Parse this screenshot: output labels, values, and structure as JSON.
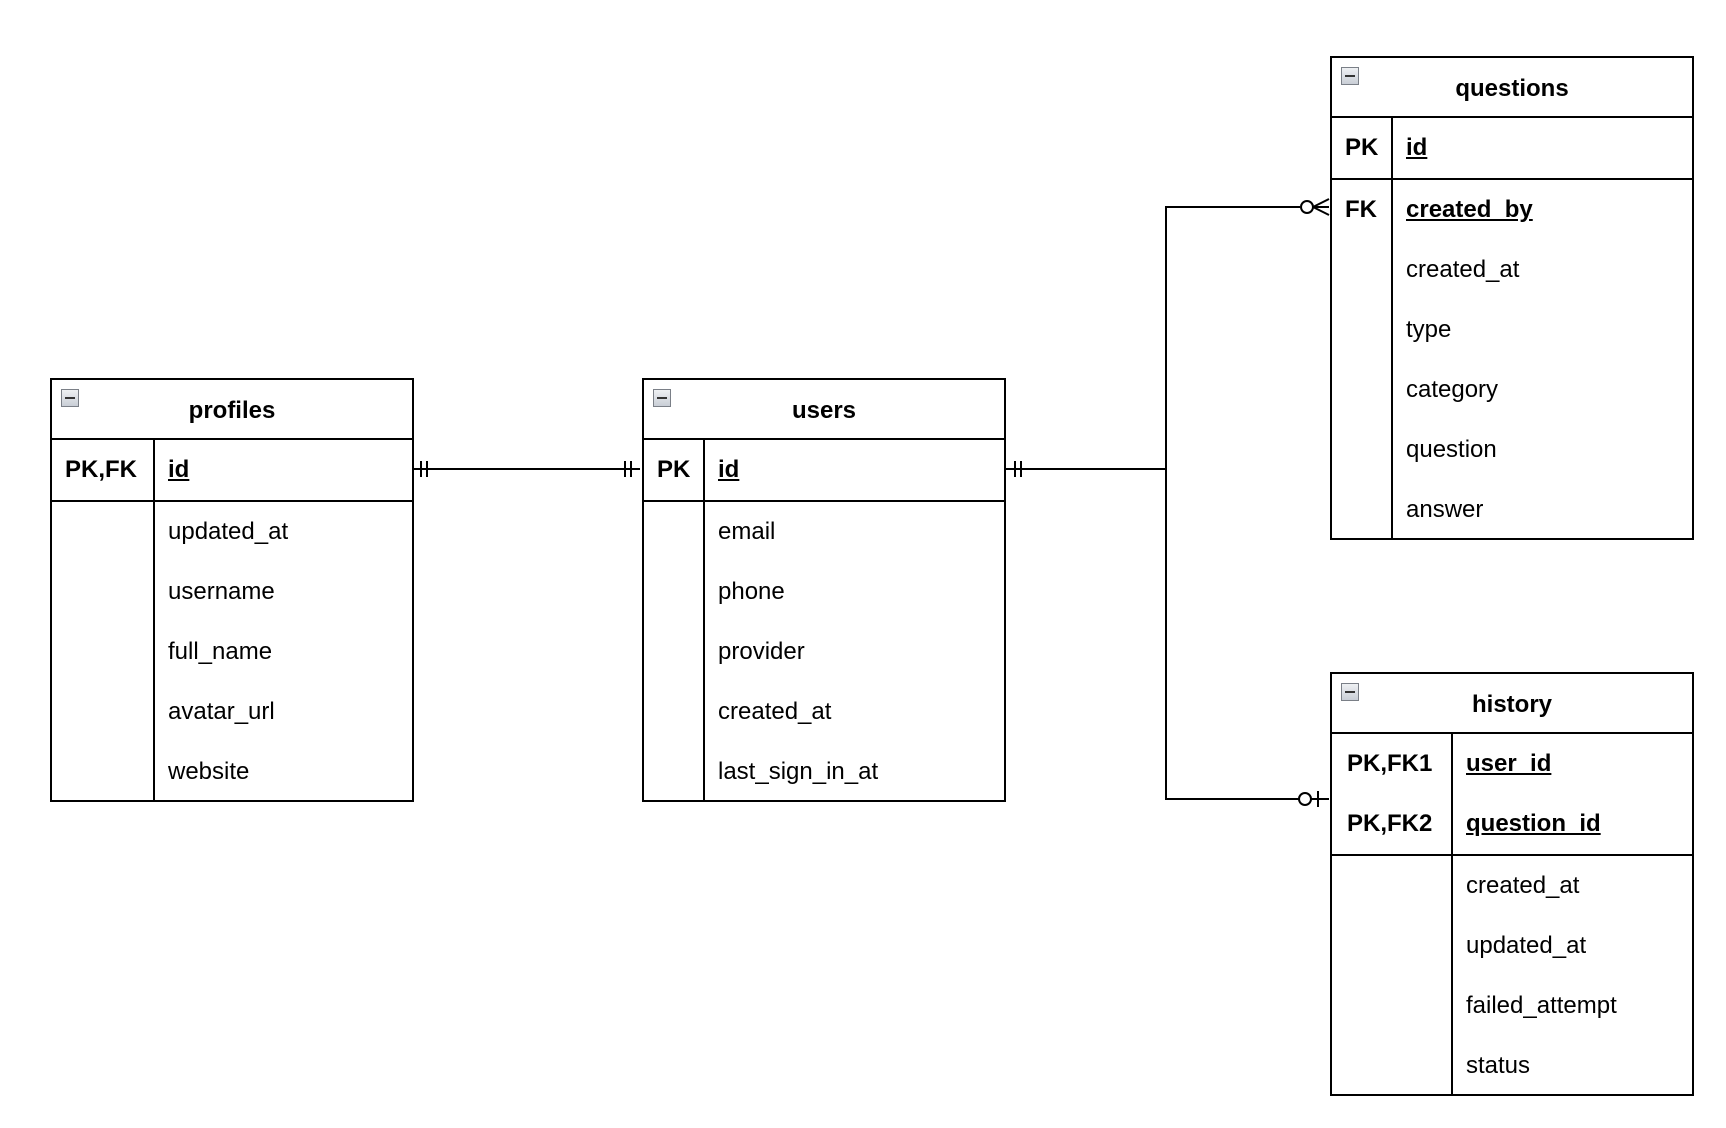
{
  "diagram": {
    "entities": [
      {
        "id": "profiles",
        "title": "profiles",
        "keys": [
          {
            "key": "PK,FK",
            "field": "id"
          }
        ],
        "fields": [
          "updated_at",
          "username",
          "full_name",
          "avatar_url",
          "website"
        ]
      },
      {
        "id": "users",
        "title": "users",
        "keys": [
          {
            "key": "PK",
            "field": "id"
          }
        ],
        "fields": [
          "email",
          "phone",
          "provider",
          "created_at",
          "last_sign_in_at"
        ]
      },
      {
        "id": "questions",
        "title": "questions",
        "keys": [
          {
            "key": "PK",
            "field": "id"
          }
        ],
        "fields": [
          "created_at",
          "type",
          "category",
          "question",
          "answer"
        ],
        "fk_row": {
          "key": "FK",
          "field": "created_by"
        }
      },
      {
        "id": "history",
        "title": "history",
        "keys": [
          {
            "key": "PK,FK1",
            "field": "user_id"
          },
          {
            "key": "PK,FK2",
            "field": "question_id"
          }
        ],
        "fields": [
          "created_at",
          "updated_at",
          "failed_attempt",
          "status"
        ]
      }
    ],
    "relationships": [
      {
        "from": "profiles.id",
        "to": "users.id",
        "from_cardinality": "exactly-one",
        "to_cardinality": "exactly-one"
      },
      {
        "from": "users.id",
        "to": "questions.created_by",
        "from_cardinality": "exactly-one",
        "to_cardinality": "zero-or-many"
      },
      {
        "from": "users.id",
        "to": "history.user_id",
        "from_cardinality": "exactly-one",
        "to_cardinality": "zero-or-one"
      }
    ]
  }
}
